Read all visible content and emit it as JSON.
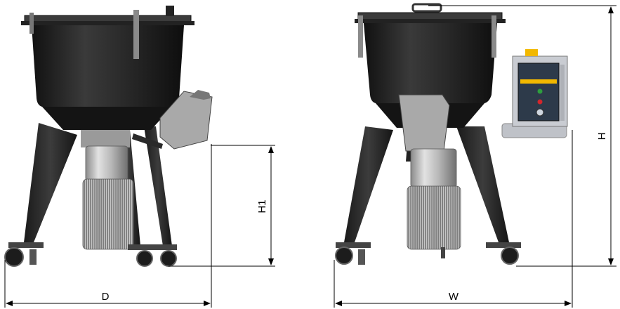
{
  "dimensions": {
    "depth_label": "D",
    "width_label": "W",
    "height_label": "H",
    "inlet_height_label": "H1"
  },
  "colors": {
    "body": "#1f1f1f",
    "body_highlight": "#3a3a3a",
    "motor": "#b8b8b8",
    "motor_dark": "#7a7a7a",
    "panel": "#c9ccd2",
    "panel_face": "#2d3a4a",
    "accent": "#f2b800",
    "start_button": "#2e9e3e",
    "stop_button": "#d3262c",
    "dimension_line": "#000000"
  },
  "views": {
    "side_view": "side-view",
    "front_view": "front-view"
  }
}
